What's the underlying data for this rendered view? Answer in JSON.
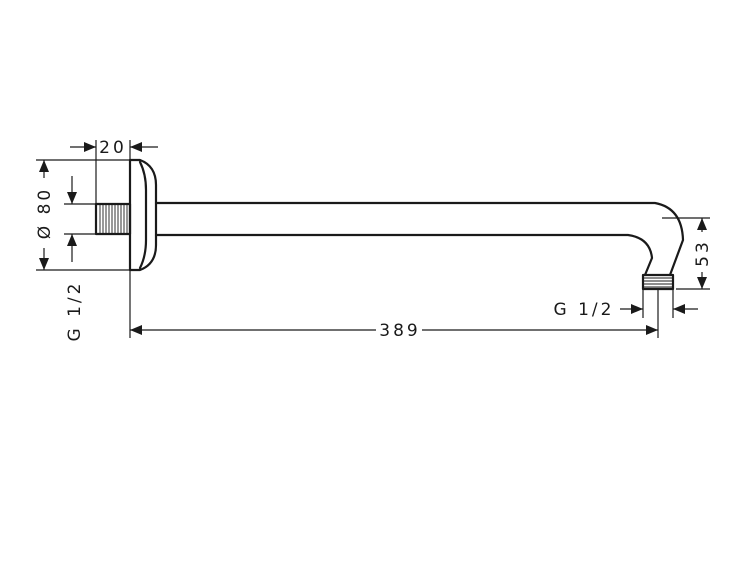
{
  "dimensions": {
    "depth": "20",
    "diameter": "Ø 80",
    "inlet_thread": "G 1/2",
    "length": "389",
    "drop": "53",
    "outlet_thread": "G 1/2"
  }
}
